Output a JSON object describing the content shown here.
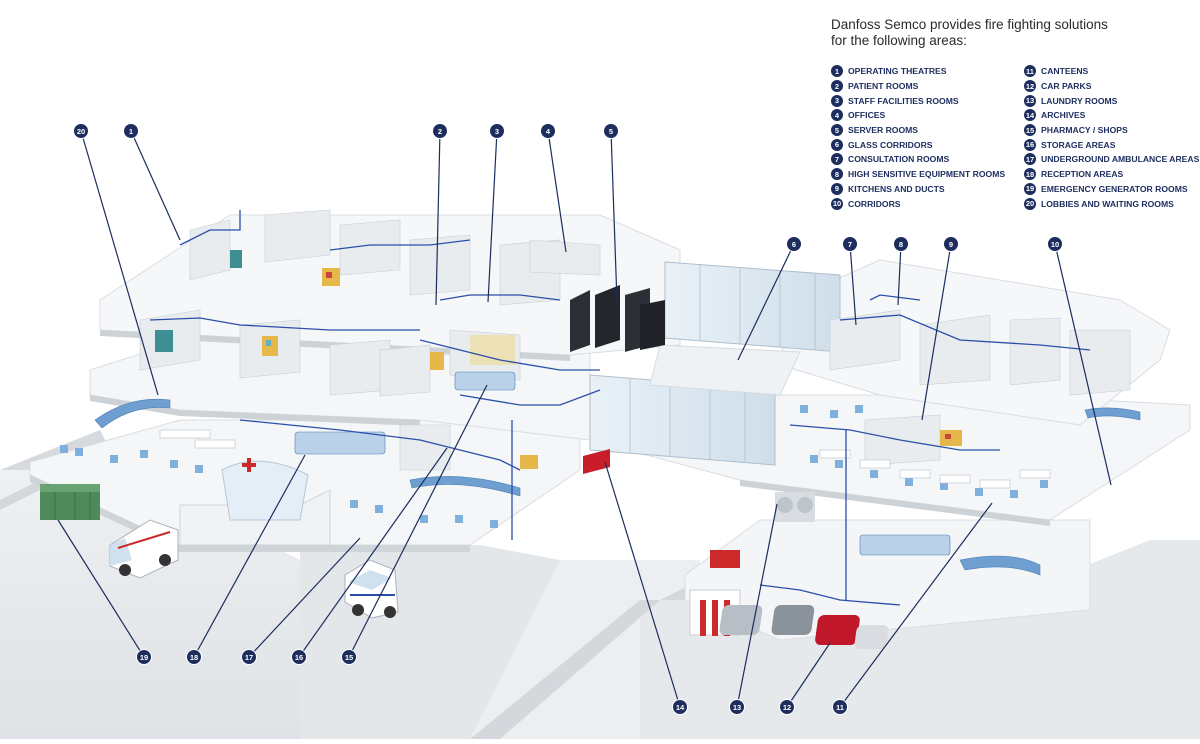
{
  "legend": {
    "intro_line1": "Danfoss Semco provides fire fighting solutions",
    "intro_line2": "for the following areas:",
    "items": [
      {
        "n": "1",
        "label": "OPERATING THEATRES"
      },
      {
        "n": "2",
        "label": "PATIENT ROOMS"
      },
      {
        "n": "3",
        "label": "STAFF FACILITIES ROOMS"
      },
      {
        "n": "4",
        "label": "OFFICES"
      },
      {
        "n": "5",
        "label": "SERVER ROOMS"
      },
      {
        "n": "6",
        "label": "GLASS CORRIDORS"
      },
      {
        "n": "7",
        "label": "CONSULTATION ROOMS"
      },
      {
        "n": "8",
        "label": "HIGH SENSITIVE EQUIPMENT ROOMS"
      },
      {
        "n": "9",
        "label": "KITCHENS AND DUCTS"
      },
      {
        "n": "10",
        "label": "CORRIDORS"
      },
      {
        "n": "11",
        "label": "CANTEENS"
      },
      {
        "n": "12",
        "label": "CAR PARKS"
      },
      {
        "n": "13",
        "label": "LAUNDRY ROOMS"
      },
      {
        "n": "14",
        "label": "ARCHIVES"
      },
      {
        "n": "15",
        "label": "PHARMACY / SHOPS"
      },
      {
        "n": "16",
        "label": "STORAGE AREAS"
      },
      {
        "n": "17",
        "label": "UNDERGROUND AMBULANCE AREAS"
      },
      {
        "n": "18",
        "label": "RECEPTION AREAS"
      },
      {
        "n": "19",
        "label": "EMERGENCY GENERATOR ROOMS"
      },
      {
        "n": "20",
        "label": "LOBBIES AND WAITING ROOMS"
      }
    ]
  },
  "callouts": [
    "20",
    "1",
    "2",
    "3",
    "4",
    "5",
    "6",
    "7",
    "8",
    "9",
    "10",
    "19",
    "18",
    "17",
    "16",
    "15",
    "14",
    "13",
    "12",
    "11"
  ],
  "colors": {
    "navy": "#1c2d5e",
    "pipe_blue": "#2b4fa8",
    "floor_white": "#f4f6f8",
    "floor_edge": "#d9dde2",
    "glass": "#dfeaf2",
    "furniture_blue": "#6f9fd0",
    "generator_green": "#4f8a5a",
    "fire_red": "#cc2a2a",
    "car_red": "#c0182a"
  }
}
